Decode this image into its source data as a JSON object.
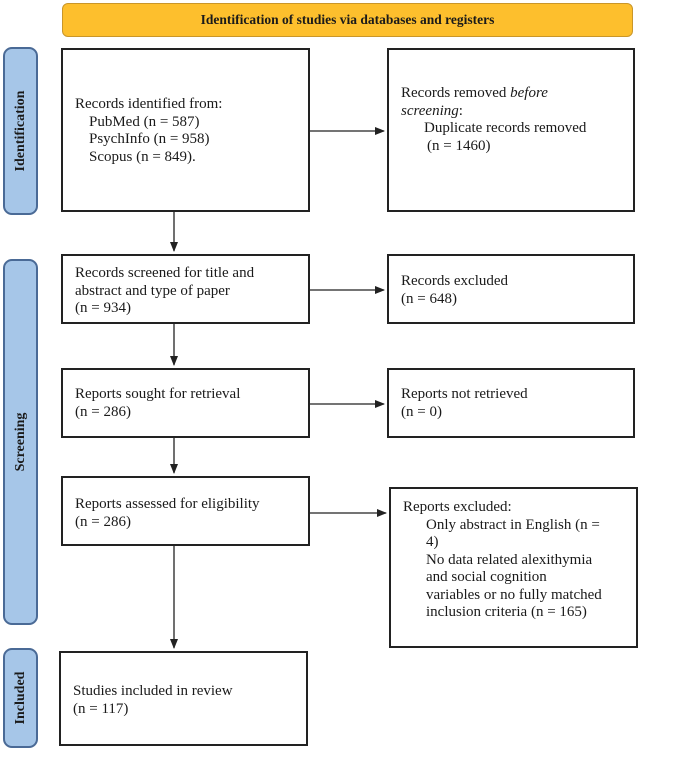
{
  "header": {
    "title": "Identification of studies via databases and registers"
  },
  "phases": {
    "identification": "Identification",
    "screening": "Screening",
    "included": "Included"
  },
  "identified": {
    "title": "Records identified from:",
    "sources": [
      "PubMed (n = 587)",
      "PsychInfo (n = 958)",
      "Scopus (n = 849)."
    ]
  },
  "removed": {
    "line1": "Records removed ",
    "line1_em": "before",
    "line2_em": "screening",
    "line2_rest": ":",
    "detail": "Duplicate records removed",
    "count": "(n = 1460)"
  },
  "screened": {
    "lines": [
      "Records screened for title and",
      "abstract and type of paper",
      "(n = 934)"
    ]
  },
  "excluded": {
    "lines": [
      "Records excluded",
      "(n = 648)"
    ]
  },
  "sought": {
    "lines": [
      "Reports sought for retrieval",
      "(n = 286)"
    ]
  },
  "not_retrieved": {
    "lines": [
      "Reports not retrieved",
      "(n = 0)"
    ]
  },
  "assessed": {
    "lines": [
      "Reports assessed for eligibility",
      "(n = 286)"
    ]
  },
  "reports_excluded": {
    "title": "Reports excluded:",
    "reasons": [
      "Only abstract in English (n =",
      "4)",
      "No data related alexithymia",
      "and social cognition",
      "variables or no fully matched",
      "inclusion criteria (n = 165)"
    ]
  },
  "included": {
    "lines": [
      "Studies included in review",
      "(n = 117)"
    ]
  },
  "colors": {
    "header_fill": "#fdbf2d",
    "phase_fill": "#a6c6e8",
    "phase_border": "#4a6a96",
    "box_border": "#222222"
  }
}
